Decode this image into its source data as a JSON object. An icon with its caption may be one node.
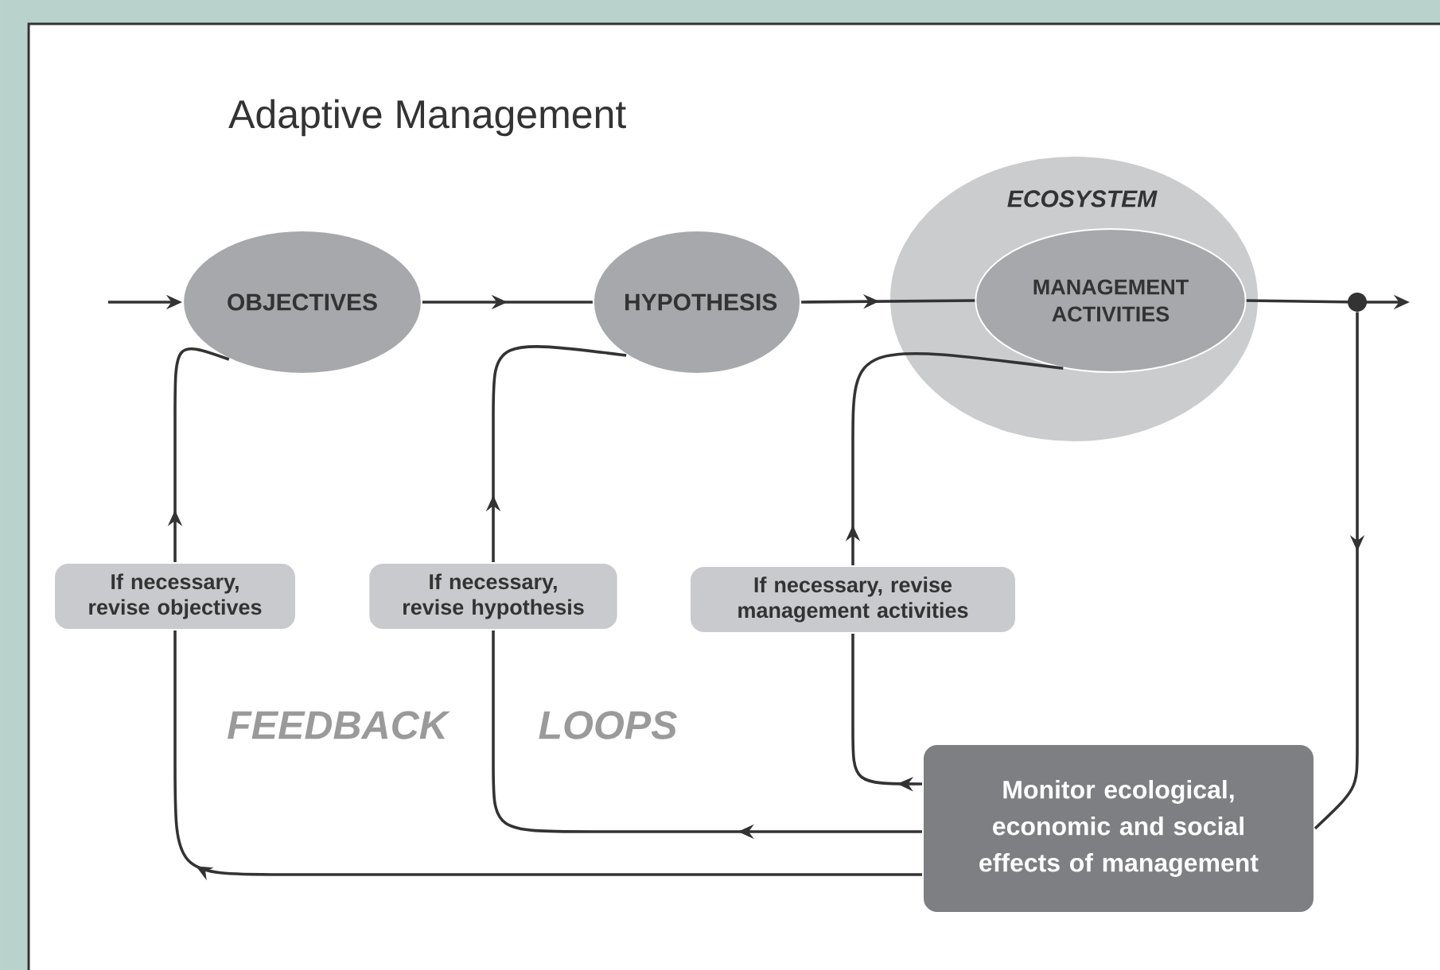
{
  "diagram": {
    "title": "Adaptive Management",
    "nodes": [
      {
        "text": [
          "OBJECTIVES"
        ]
      },
      {
        "text": [
          "HYPOTHESIS"
        ]
      },
      {
        "text": [
          "ECOSYSTEM"
        ]
      },
      {
        "text": [
          "MANAGEMENT ACTIVITIES"
        ],
        "in": 2
      },
      {
        "text": [
          "If necessary, revise objectives"
        ]
      },
      {
        "text": [
          "If necessary, revise hypothesis"
        ]
      },
      {
        "text": [
          "If necessary, revise management activities"
        ]
      },
      {
        "text": [
          "Monitor ecological, economic and social effects of management"
        ]
      },
      {
        "text": [],
        "shape": "circle"
      }
    ],
    "edges": [
      {
        "from": null,
        "to": 0,
        "arrow": "to"
      },
      {
        "from": 0,
        "to": 1,
        "arrow": "to"
      },
      {
        "from": 1,
        "to": 3,
        "arrow": "to"
      },
      {
        "from": 3,
        "to": 8,
        "arrow": "none"
      },
      {
        "from": 8,
        "to": null,
        "arrow": "to"
      },
      {
        "from": 8,
        "to": 7,
        "arrow": "to"
      },
      {
        "from": 7,
        "to": 6,
        "arrow": "to"
      },
      {
        "from": 6,
        "to": 3,
        "arrow": "to"
      },
      {
        "from": 7,
        "to": 5,
        "arrow": "to"
      },
      {
        "from": 5,
        "to": 1,
        "arrow": "to"
      },
      {
        "from": 7,
        "to": 4,
        "arrow": "to"
      },
      {
        "from": 4,
        "to": 0,
        "arrow": "to"
      }
    ],
    "labels": [
      "FEEDBACK",
      "LOOPS"
    ]
  }
}
